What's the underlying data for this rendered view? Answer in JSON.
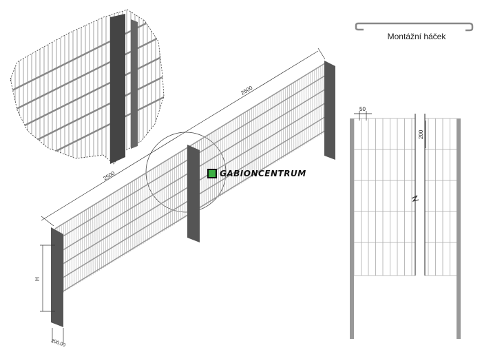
{
  "hook": {
    "label": "Montážní háček"
  },
  "logo": {
    "text": "GABIONCENTRUM",
    "accent": "#3cb043"
  },
  "iso_view": {
    "dim_left": "2500",
    "dim_right": "2500",
    "dim_height": "H",
    "dim_post": "200,00"
  },
  "elevation": {
    "dim_spacing": "50",
    "dim_row": "200"
  },
  "colors": {
    "post": "#555555",
    "wire": "#9a9a9a"
  }
}
